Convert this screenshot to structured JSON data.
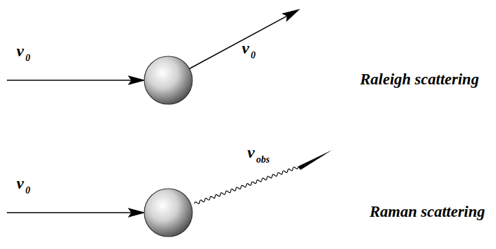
{
  "diagram": {
    "labels": [
      "v",
      "0",
      "v",
      "0",
      "Raleigh scattering",
      "v",
      "0",
      "v",
      "obs",
      "Raman scattering"
    ]
  }
}
